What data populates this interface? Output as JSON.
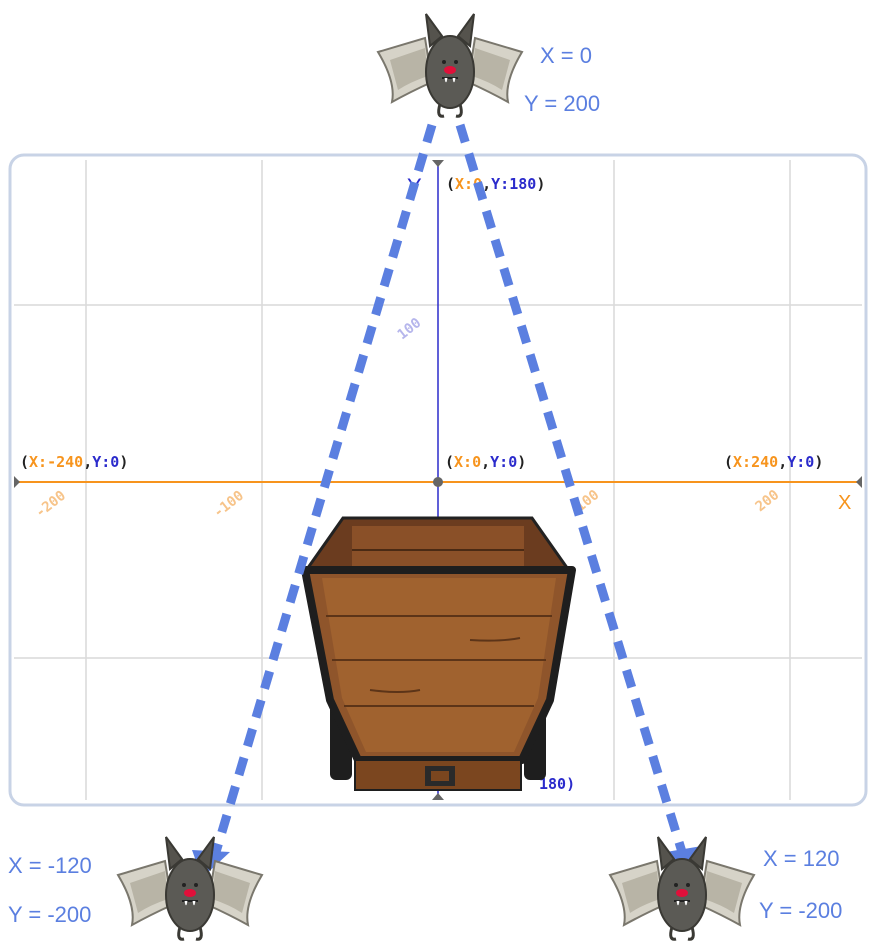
{
  "colors": {
    "x_axis": "#f7941d",
    "y_axis": "#2b2bcc",
    "arrow": "#5b7fe0",
    "label_text": "#5b7fe0",
    "grid": "#d9d9d9",
    "stage_border": "#c8d3e6"
  },
  "stage": {
    "x_axis_label": "X",
    "y_axis_label": "Y",
    "ticks": {
      "x_neg200": "-200",
      "x_neg100": "-100",
      "x_100": "100",
      "x_200": "200",
      "y_100": "100"
    },
    "coords": {
      "top": {
        "x_part": "X:0",
        "y_part": "Y:180"
      },
      "left": {
        "x_part": "X:-240",
        "y_part": "Y:0"
      },
      "origin": {
        "x_part": "X:0",
        "y_part": "Y:0"
      },
      "right": {
        "x_part": "X:240",
        "y_part": "Y:0"
      },
      "bottom_partial": "180)"
    }
  },
  "bats": {
    "top": {
      "x_label": "X = 0",
      "y_label": "Y = 200"
    },
    "bottom_left": {
      "x_label": "X = -120",
      "y_label": "Y = -200"
    },
    "bottom_right": {
      "x_label": "X = 120",
      "y_label": "Y = -200"
    }
  }
}
